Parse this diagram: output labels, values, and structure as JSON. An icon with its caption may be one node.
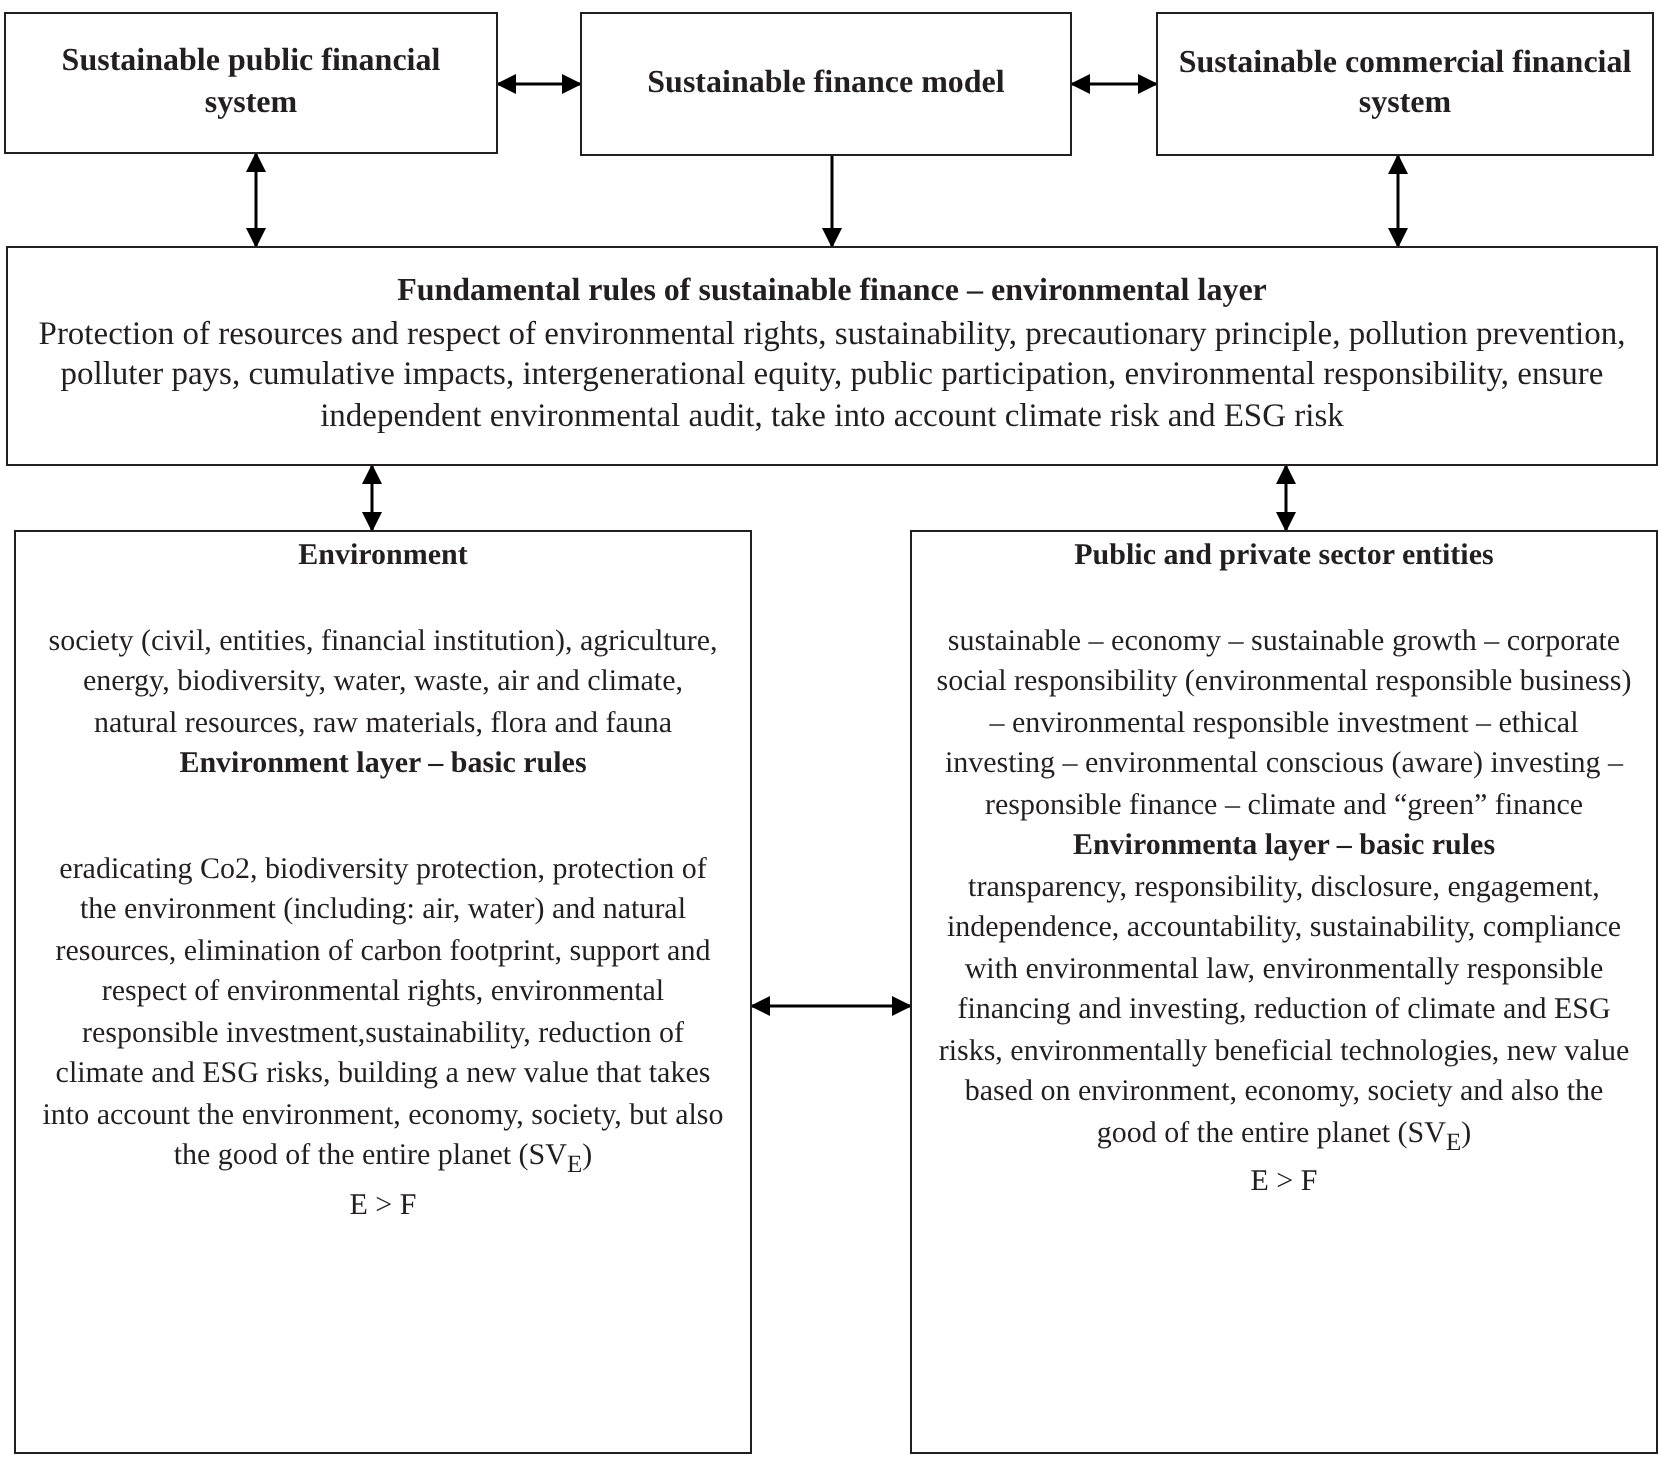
{
  "diagram": {
    "nodes": [
      {
        "text": [
          "Sustainable public financial system"
        ]
      },
      {
        "text": [
          "Sustainable finance model"
        ]
      },
      {
        "text": [
          "Sustainable commercial financial system"
        ]
      },
      {
        "text": [
          "Fundamental rules of sustainable finance – environmental layer",
          "Protection of resources and respect of environmental rights, sustainability, precautionary principle, pollution prevention, polluter pays, cumulative impacts, intergenerational equity, public participation, environmental responsibility, ensure independent environmental audit, take into account climate risk and ESG risk"
        ]
      },
      {
        "text": [
          "Environment",
          "society (civil, entities, financial institution), agriculture, energy, biodiversity, water, waste, air and climate, natural resources, raw materials, flora and fauna",
          "Environment layer – basic rules",
          "eradicating Co2, biodiversity protection, protection of the environment (including: air, water) and natural resources, elimination of carbon footprint, support and respect of environmental rights, environmental responsible investment,sustainability, reduction of climate and ESG risks, building a new value that takes into account the environment, economy, society, but also the good of the entire planet (SV$_{E}$)",
          "E > F"
        ]
      },
      {
        "text": [
          "Public and private sector entities",
          "sustainable – economy – sustainable growth – corporate social responsibility (environmental responsible business) – environmental responsible investment – ethical investing – environmental conscious (aware) investing – responsible finance – climate and “green” finance",
          "Environmenta layer – basic rules",
          "transparency, responsibility, disclosure, engagement, independence, accountability, sustainability, compliance with environmental law,  environmentally responsible financing and investing, reduction of climate and ESG risks, environmentally beneficial technologies, new value based on environment, economy, society and also the good of the entire planet (SV$_{E}$)",
          "E > F"
        ]
      }
    ],
    "edges": [
      {
        "from": 0,
        "to": 1,
        "arrow": "both"
      },
      {
        "from": 1,
        "to": 2,
        "arrow": "both"
      },
      {
        "from": 0,
        "to": 3,
        "arrow": "both"
      },
      {
        "from": 1,
        "to": 3,
        "arrow": "to"
      },
      {
        "from": 2,
        "to": 3,
        "arrow": "both"
      },
      {
        "from": 3,
        "to": 4,
        "arrow": "both"
      },
      {
        "from": 3,
        "to": 5,
        "arrow": "both"
      },
      {
        "from": 4,
        "to": 5,
        "arrow": "both"
      }
    ]
  }
}
